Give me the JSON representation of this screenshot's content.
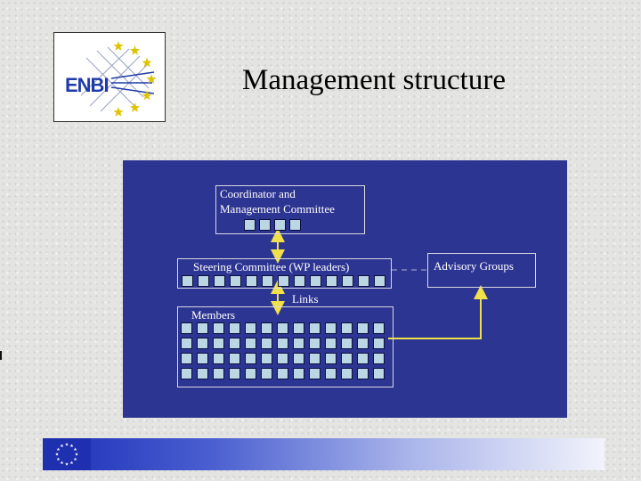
{
  "logo": {
    "text": "ENBI",
    "colors": {
      "letters": "#1f3ba8",
      "stars": "#e0c200"
    }
  },
  "title": "Management structure",
  "colors": {
    "panel": "#2d3592",
    "cell": "#bcd6e4",
    "connector": "#f0e04a",
    "dashed": "#aeb3d8"
  },
  "diagram": {
    "coordinator_line1": "Coordinator and",
    "coordinator_line2": "Management Committee",
    "steering": "Steering Committee (WP leaders)",
    "advisory": "Advisory Groups",
    "links": "Links",
    "members": "Members"
  },
  "footer": {
    "flag_icon": "eu-flag-icon"
  }
}
